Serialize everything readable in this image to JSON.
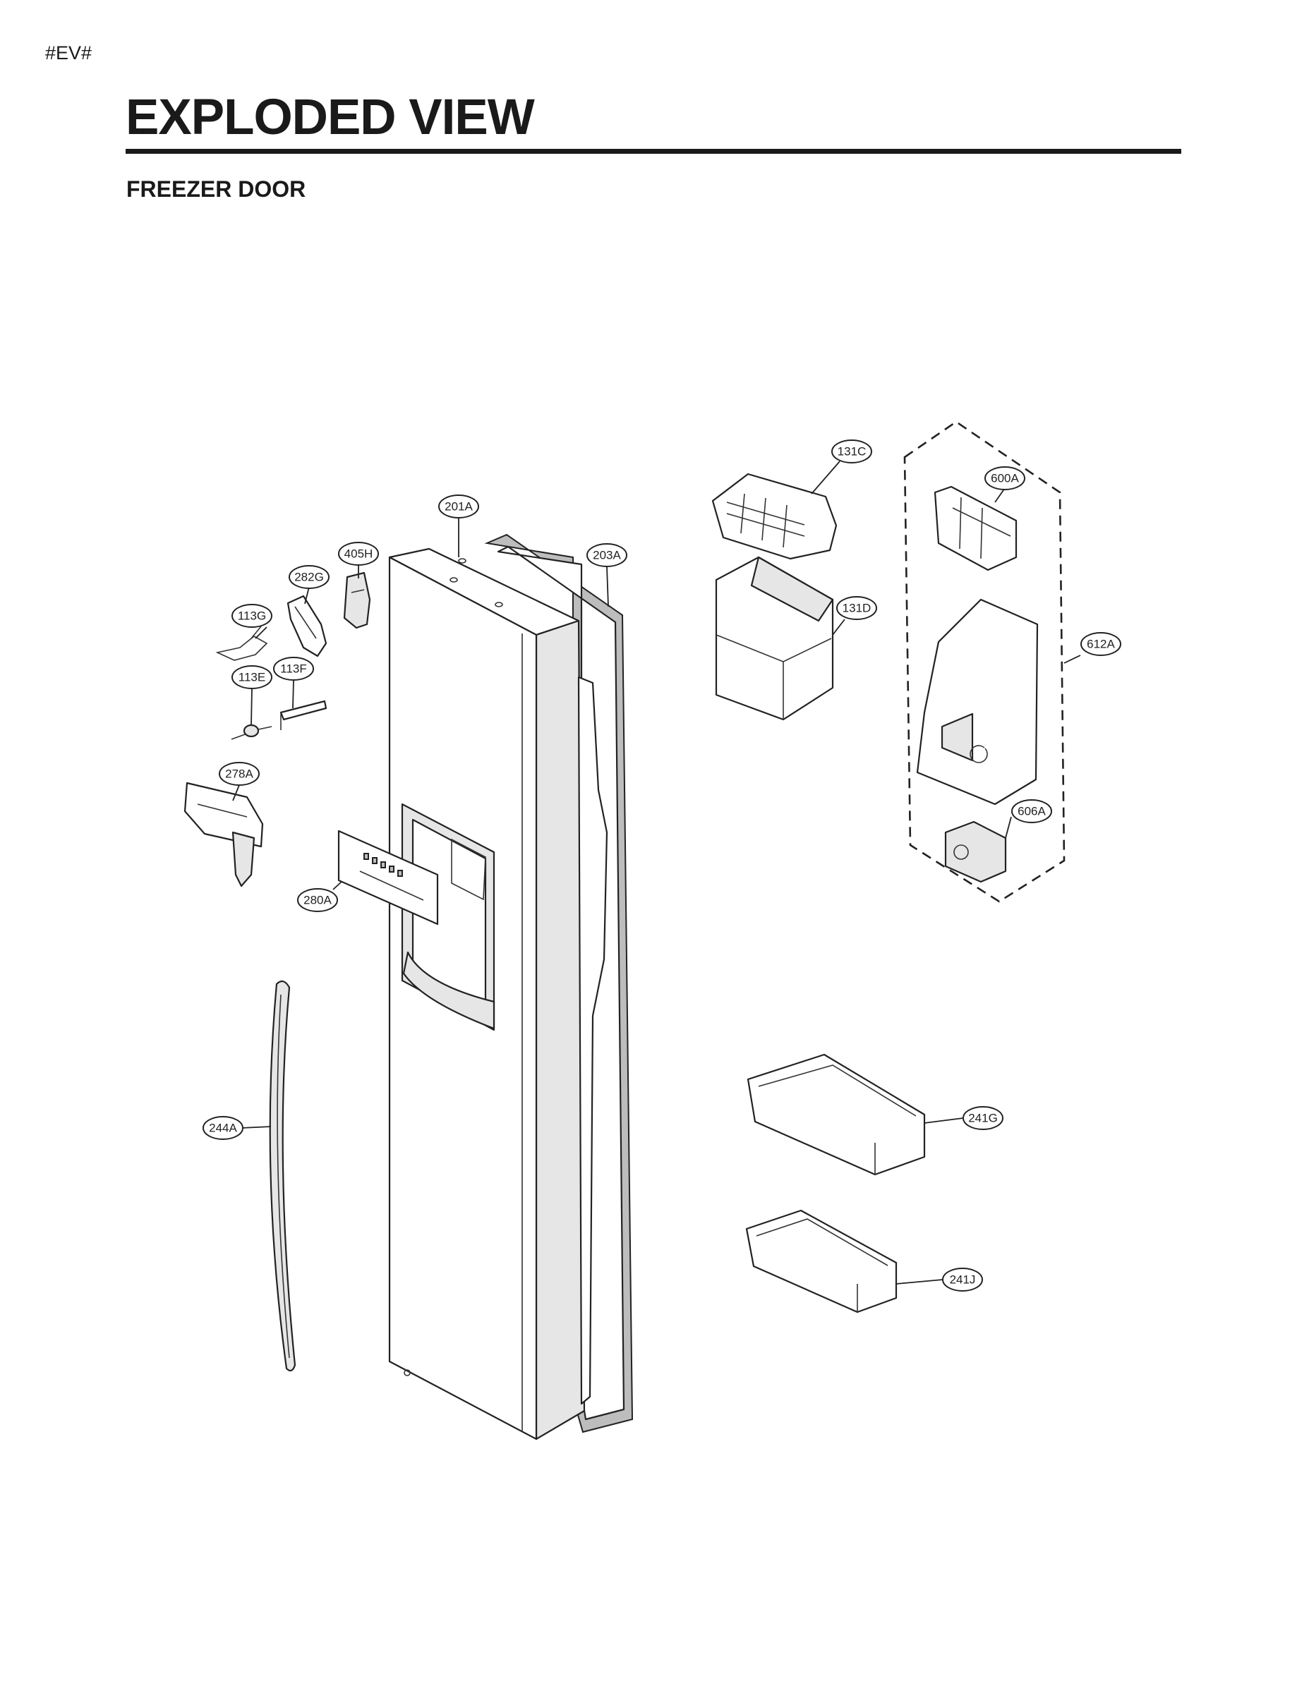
{
  "header": {
    "doc_tag": "#EV#",
    "title": "EXPLODED VIEW",
    "section": "FREEZER DOOR"
  },
  "callouts": {
    "c131C": "131C",
    "c600A": "600A",
    "c201A": "201A",
    "c405H": "405H",
    "c203A": "203A",
    "c282G": "282G",
    "c113G": "113G",
    "c131D": "131D",
    "c612A": "612A",
    "c113F": "113F",
    "c113E": "113E",
    "c278A": "278A",
    "c606A": "606A",
    "c280A": "280A",
    "c244A": "244A",
    "c241G": "241G",
    "c241J": "241J"
  }
}
